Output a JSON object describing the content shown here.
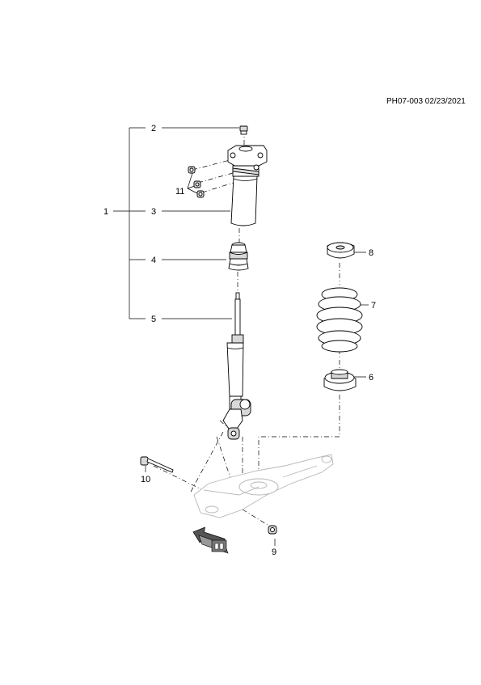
{
  "header": {
    "code": "PH07-003 02/23/2021"
  },
  "callouts": {
    "c1": "1",
    "c2": "2",
    "c3": "3",
    "c4": "4",
    "c5": "5",
    "c6": "6",
    "c7": "7",
    "c8": "8",
    "c9": "9",
    "c10": "10",
    "c11": "11"
  },
  "icons": {
    "orientation": "front-arrow-icon"
  }
}
